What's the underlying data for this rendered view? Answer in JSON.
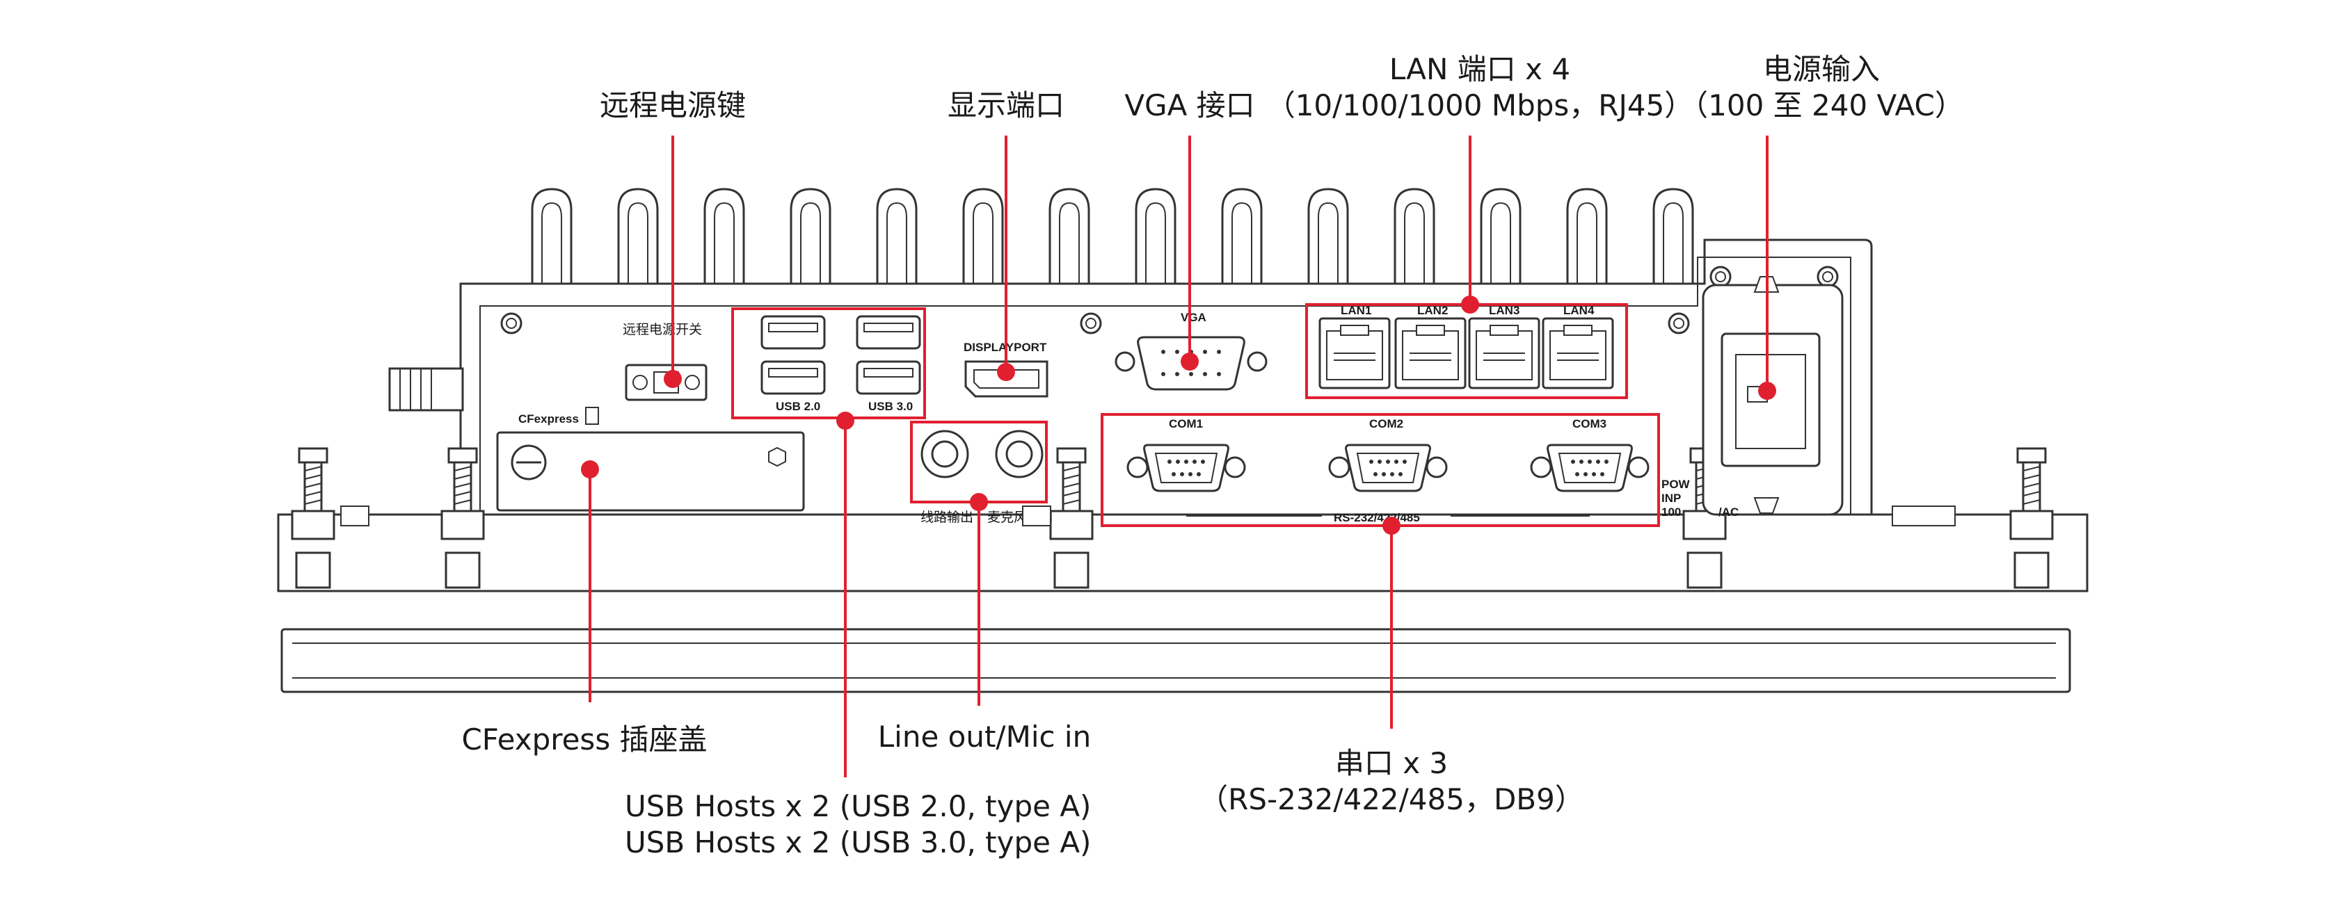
{
  "callouts": {
    "remote_power": "远程电源键",
    "display_port": "显示端口",
    "vga_port": "VGA 接口",
    "lan_title": "LAN 端口 x 4",
    "lan_spec": "（10/100/1000 Mbps，RJ45）",
    "power_title": "电源输入",
    "power_spec": "（100 至 240 VAC）",
    "cfexpress_cover": "CFexpress 插座盖",
    "line_mic": "Line out/Mic in",
    "usb_line1": "USB Hosts x 2 (USB 2.0, type A)",
    "usb_line2": "USB Hosts x 2 (USB 3.0, type A)",
    "serial_title": "串口 x 3",
    "serial_spec": "（RS-232/422/485，DB9）"
  },
  "panel_labels": {
    "remote_switch": "远程电源开关",
    "cfexpress": "CFexpress",
    "usb20": "USB 2.0",
    "usb30": "USB 3.0",
    "displayport": "DISPLAYPORT",
    "vga": "VGA",
    "lan1": "LAN1",
    "lan2": "LAN2",
    "lan3": "LAN3",
    "lan4": "LAN4",
    "com1": "COM1",
    "com2": "COM2",
    "com3": "COM3",
    "rs_label": "RS-232/422/485",
    "line_out": "线路输出",
    "mic_in": "麦克风接口",
    "power_input_1": "POW",
    "power_input_2": "INP",
    "power_input_3": "100",
    "power_input_4": "/AC"
  },
  "colors": {
    "callout_red": "#e0202f",
    "outline": "#333333",
    "text": "#1a1a1a"
  }
}
